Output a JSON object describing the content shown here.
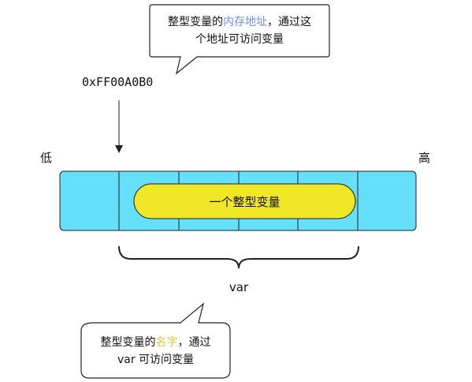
{
  "colors": {
    "cell_fill": "#66e0fa",
    "variable_fill": "#f0e826",
    "highlight_address": "#6f8ee8",
    "highlight_name": "#e8c43a",
    "stroke": "#222222"
  },
  "callout_top": {
    "line1_prefix": "整型变量的",
    "line1_highlight": "内存地址",
    "line1_suffix": "，通过这",
    "line2": "个地址可访问变量"
  },
  "address_label": "0xFF00A0B0",
  "low_label": "低",
  "high_label": "高",
  "variable_label": "一个整型变量",
  "brace_label": "var",
  "callout_bottom": {
    "line1_prefix": "整型变量的",
    "line1_highlight": "名字",
    "line1_suffix": "，通过",
    "line2": "var 可访问变量"
  },
  "icons": {
    "arrow": "arrow-down-icon",
    "brace": "curly-brace-icon"
  }
}
